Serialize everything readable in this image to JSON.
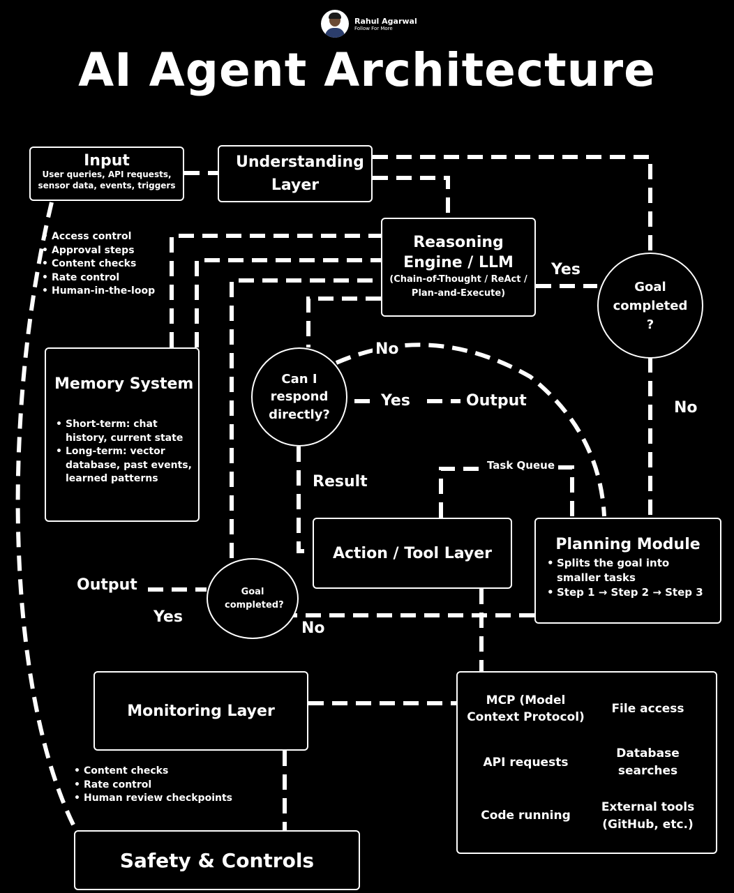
{
  "author": {
    "name": "Rahul Agarwal",
    "subtitle": "Follow For More"
  },
  "title": "AI Agent Architecture",
  "input": {
    "title": "Input",
    "desc": "User queries, API requests, sensor data, events, triggers"
  },
  "understanding": {
    "title": "Understanding Layer"
  },
  "reasoning": {
    "title": "Reasoning Engine / LLM",
    "desc": "(Chain-of-Thought / ReAct / Plan-and-Execute)"
  },
  "goal_top": {
    "text": "Goal completed ?"
  },
  "memory": {
    "title": "Memory System",
    "items": [
      "Short-term: chat history, current state",
      "Long-term: vector database, past events, learned patterns"
    ]
  },
  "safety_checks": [
    "Access control",
    "Approval steps",
    "Content checks",
    "Rate control",
    "Human-in-the-loop"
  ],
  "can_respond": {
    "text": "Can I respond directly?"
  },
  "labels": {
    "yes_goal": "Yes",
    "no_top": "No",
    "yes_respond": "Yes",
    "output_direct": "Output",
    "no_right": "No",
    "task_queue": "Task Queue",
    "result": "Result",
    "output_left": "Output",
    "yes_left": "Yes",
    "no_bottom": "No"
  },
  "action": {
    "title": "Action / Tool Layer"
  },
  "planning": {
    "title": "Planning Module",
    "items": [
      "Splits the goal into smaller tasks",
      "Step 1 → Step 2 → Step 3"
    ]
  },
  "goal_bottom": {
    "text": "Goal completed?"
  },
  "monitoring": {
    "title": "Monitoring Layer",
    "items": [
      "Content checks",
      "Rate control",
      "Human review checkpoints"
    ]
  },
  "tools": {
    "items": [
      "MCP (Model Context Protocol)",
      "File access",
      "API requests",
      "Database searches",
      "Code running",
      "External tools (GitHub, etc.)"
    ]
  },
  "safety": {
    "title": "Safety & Controls"
  }
}
